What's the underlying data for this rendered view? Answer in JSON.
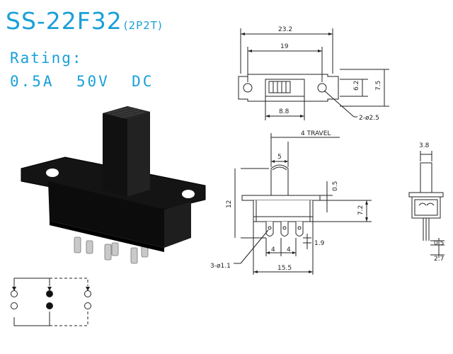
{
  "header": {
    "model": "SS-22F32",
    "variant": "(2P2T)",
    "rating_label": "Rating:",
    "spec": "0.5A  50V  DC"
  },
  "top_view": {
    "dim_overall": "23.2",
    "dim_hole_pitch": "19",
    "dim_slot": "8.8",
    "dim_height_inner": "6.2",
    "dim_height_outer": "7.5",
    "dim_hole": "2-ø2.5"
  },
  "front_view": {
    "travel": "4  TRAVEL",
    "dim_knob": "5",
    "dim_flange": "0.5",
    "dim_body": "7.2",
    "dim_total": "12",
    "dim_pin_offset": "1.9",
    "dim_pin_pitch_1": "4",
    "dim_pin_pitch_2": "4",
    "dim_pin_hole": "3-ø1.1",
    "dim_width": "15.5"
  },
  "side_view": {
    "dim_knob_width": "3.8",
    "dim_pin_thickness": "0.5",
    "dim_pin_length": "2.7"
  },
  "colors": {
    "accent": "#1aa0d8",
    "line": "#222222",
    "body": "#0c0c0c"
  }
}
